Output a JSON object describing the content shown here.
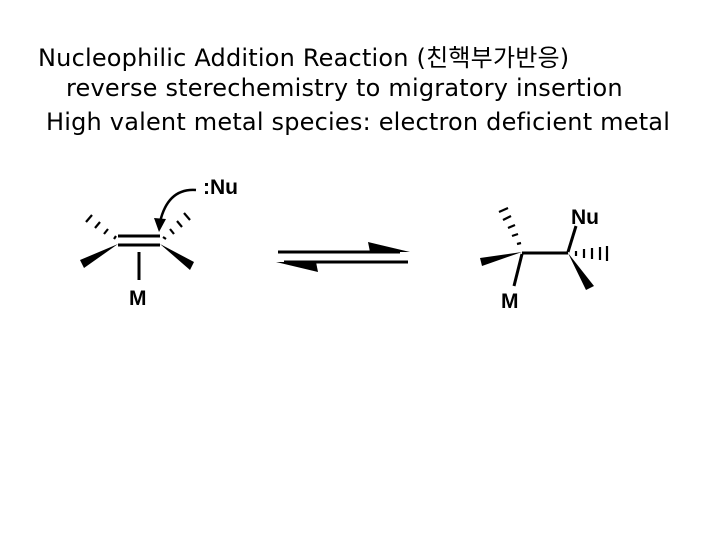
{
  "slide": {
    "title": "Nucleophilic Addition Reaction (친핵부가반응)",
    "line2": "reverse sterechemistry to migratory insertion",
    "line3": "High valent metal species: electron deficient metal"
  },
  "scheme": {
    "reactant": {
      "nucleophile": ":Nu",
      "metal": "M"
    },
    "product": {
      "nucleophile": "Nu",
      "metal": "M"
    },
    "arrow": "equilibrium"
  }
}
